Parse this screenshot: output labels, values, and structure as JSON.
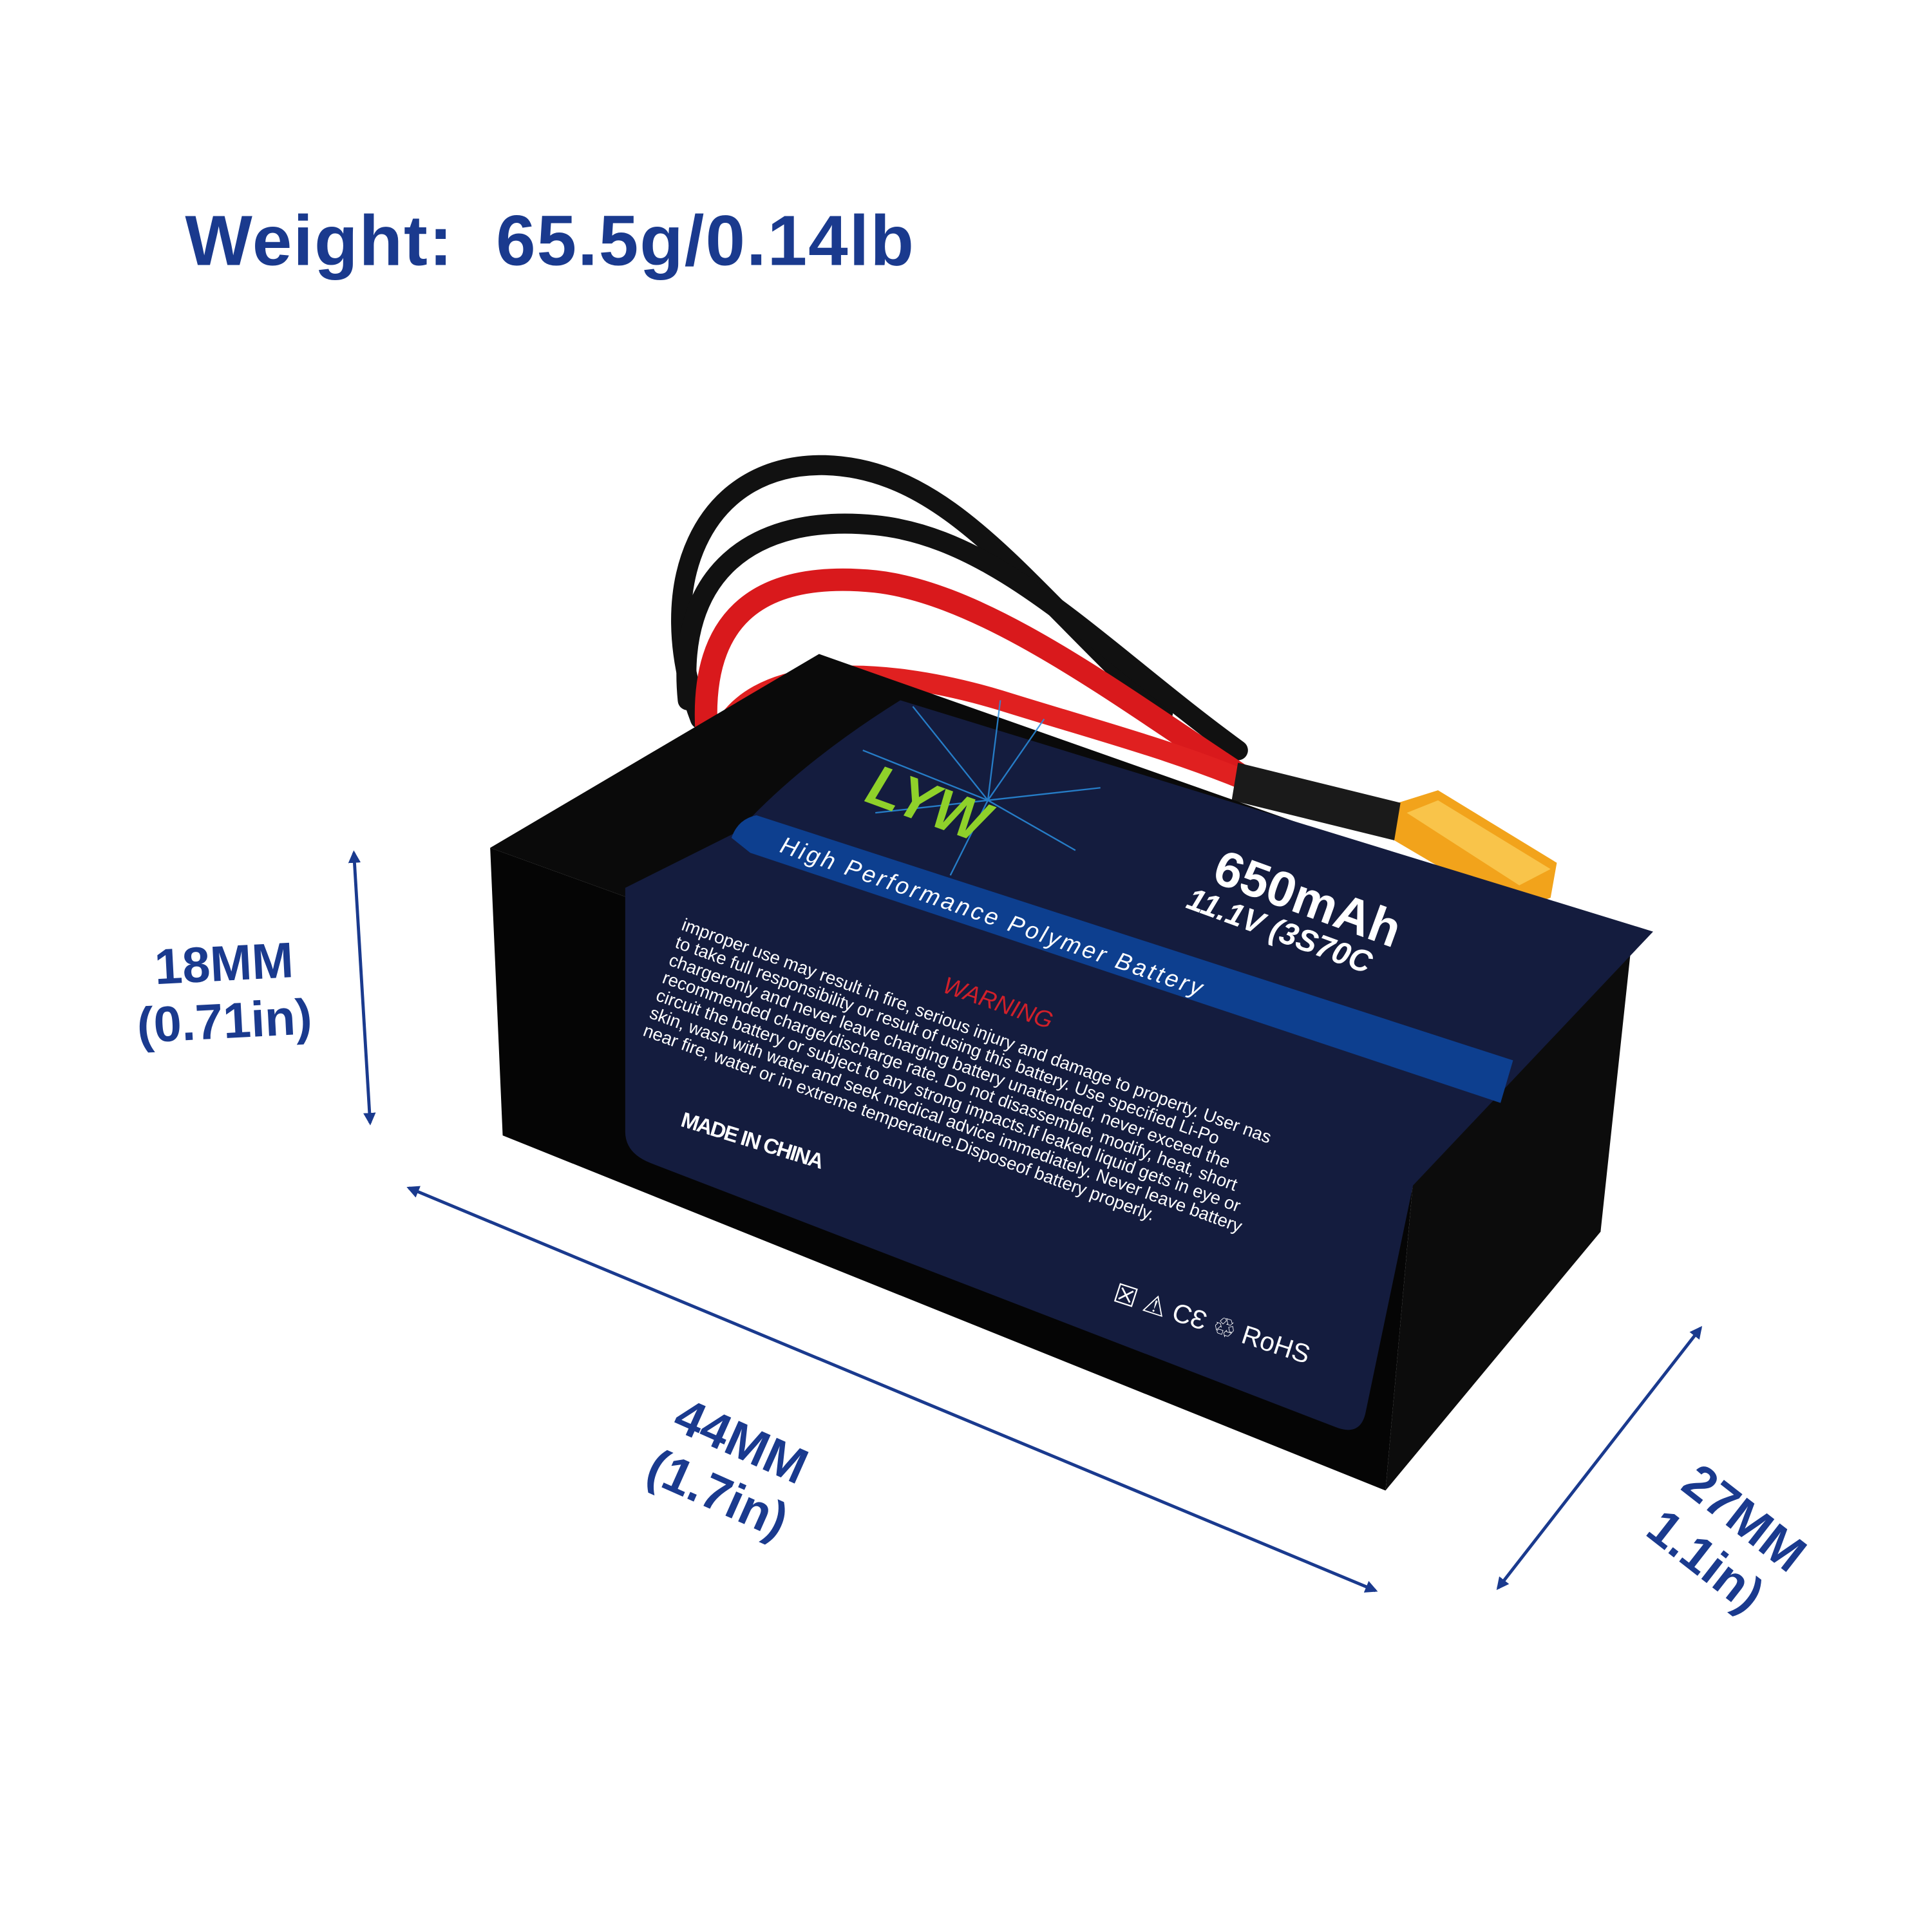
{
  "weight": {
    "label": "Weight:",
    "value": "65.5g/0.14lb"
  },
  "dimensions": {
    "height": {
      "mm": "18MM",
      "in": "(0.71in)"
    },
    "length": {
      "mm": "44MM",
      "in": "(1.7in)"
    },
    "width": {
      "mm": "27MM",
      "in": "1.1in)"
    }
  },
  "battery": {
    "brand": "LYW",
    "tagline": "High Performance Polymer Battery",
    "capacity": "650mAh",
    "spec": "11.1V (3S70C",
    "warning_title": "WARNING",
    "warning_lines": [
      "improper use may result in fire, serious injury and damage to property. User nas",
      "to take full responsibility or result of using this battery. Use specified Li-Po",
      "chargeronly and never leave charging battery unattended, never exceed the",
      "recommended charge/discharge rate. Do not disassemble, modify, heat, short",
      "circuit the battery or subject to any strong impacts.If leaked liquid gets in eye or",
      "skin, wash with water and seek medical advice immediately. Never leave battery",
      "near fire, water or in extreme temperature.Disposeof battery properly."
    ],
    "origin": "MADE IN CHINA",
    "cert_mark": "RoHS"
  },
  "colors": {
    "accent": "#1a3a8e",
    "label": "#141c3e",
    "band": "#0d3f8f",
    "warning": "#d0202a"
  }
}
